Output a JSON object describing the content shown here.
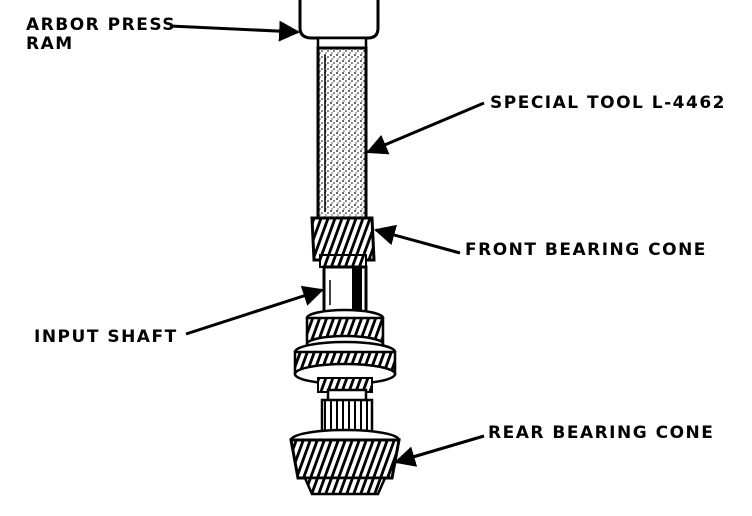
{
  "callouts": {
    "arbor_press_ram": {
      "line1": "ARBOR PRESS",
      "line2": "RAM"
    },
    "special_tool": "SPECIAL TOOL L-4462",
    "front_bearing_cone": "FRONT BEARING CONE",
    "input_shaft": "INPUT SHAFT",
    "rear_bearing_cone": "REAR BEARING CONE"
  },
  "colors": {
    "ink": "#000000",
    "paper": "#ffffff"
  }
}
